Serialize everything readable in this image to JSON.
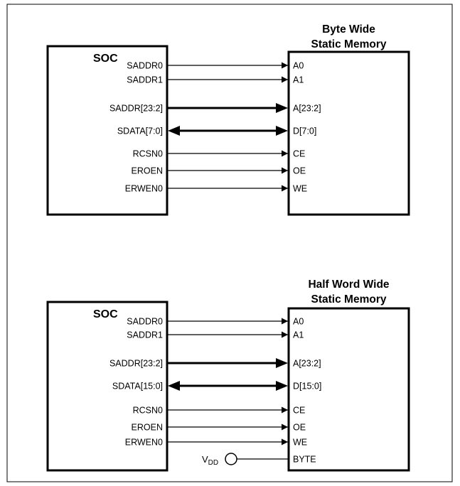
{
  "diagrams": [
    {
      "soc_label": "SOC",
      "memory_title_line1": "Byte Wide",
      "memory_title_line2": "Static Memory",
      "signals": [
        {
          "soc": "SADDR0",
          "mem": "A0",
          "kind": "out"
        },
        {
          "soc": "SADDR1",
          "mem": "A1",
          "kind": "out"
        },
        {
          "soc": "SADDR[23:2]",
          "mem": "A[23:2]",
          "kind": "bus"
        },
        {
          "soc": "SDATA[7:0]",
          "mem": "D[7:0]",
          "kind": "bidir"
        },
        {
          "soc": "RCSN0",
          "mem": "CE",
          "kind": "out"
        },
        {
          "soc": "EROEN",
          "mem": "OE",
          "kind": "out"
        },
        {
          "soc": "ERWEN0",
          "mem": "WE",
          "kind": "out"
        }
      ]
    },
    {
      "soc_label": "SOC",
      "memory_title_line1": "Half Word Wide",
      "memory_title_line2": "Static Memory",
      "signals": [
        {
          "soc": "SADDR0",
          "mem": "A0",
          "kind": "out"
        },
        {
          "soc": "SADDR1",
          "mem": "A1",
          "kind": "out"
        },
        {
          "soc": "SADDR[23:2]",
          "mem": "A[23:2]",
          "kind": "bus"
        },
        {
          "soc": "SDATA[15:0]",
          "mem": "D[15:0]",
          "kind": "bidir"
        },
        {
          "soc": "RCSN0",
          "mem": "CE",
          "kind": "out"
        },
        {
          "soc": "EROEN",
          "mem": "OE",
          "kind": "out"
        },
        {
          "soc": "ERWEN0",
          "mem": "WE",
          "kind": "out"
        }
      ],
      "vdd_tie": {
        "label_main": "V",
        "label_sub": "DD",
        "mem": "BYTE"
      }
    }
  ]
}
